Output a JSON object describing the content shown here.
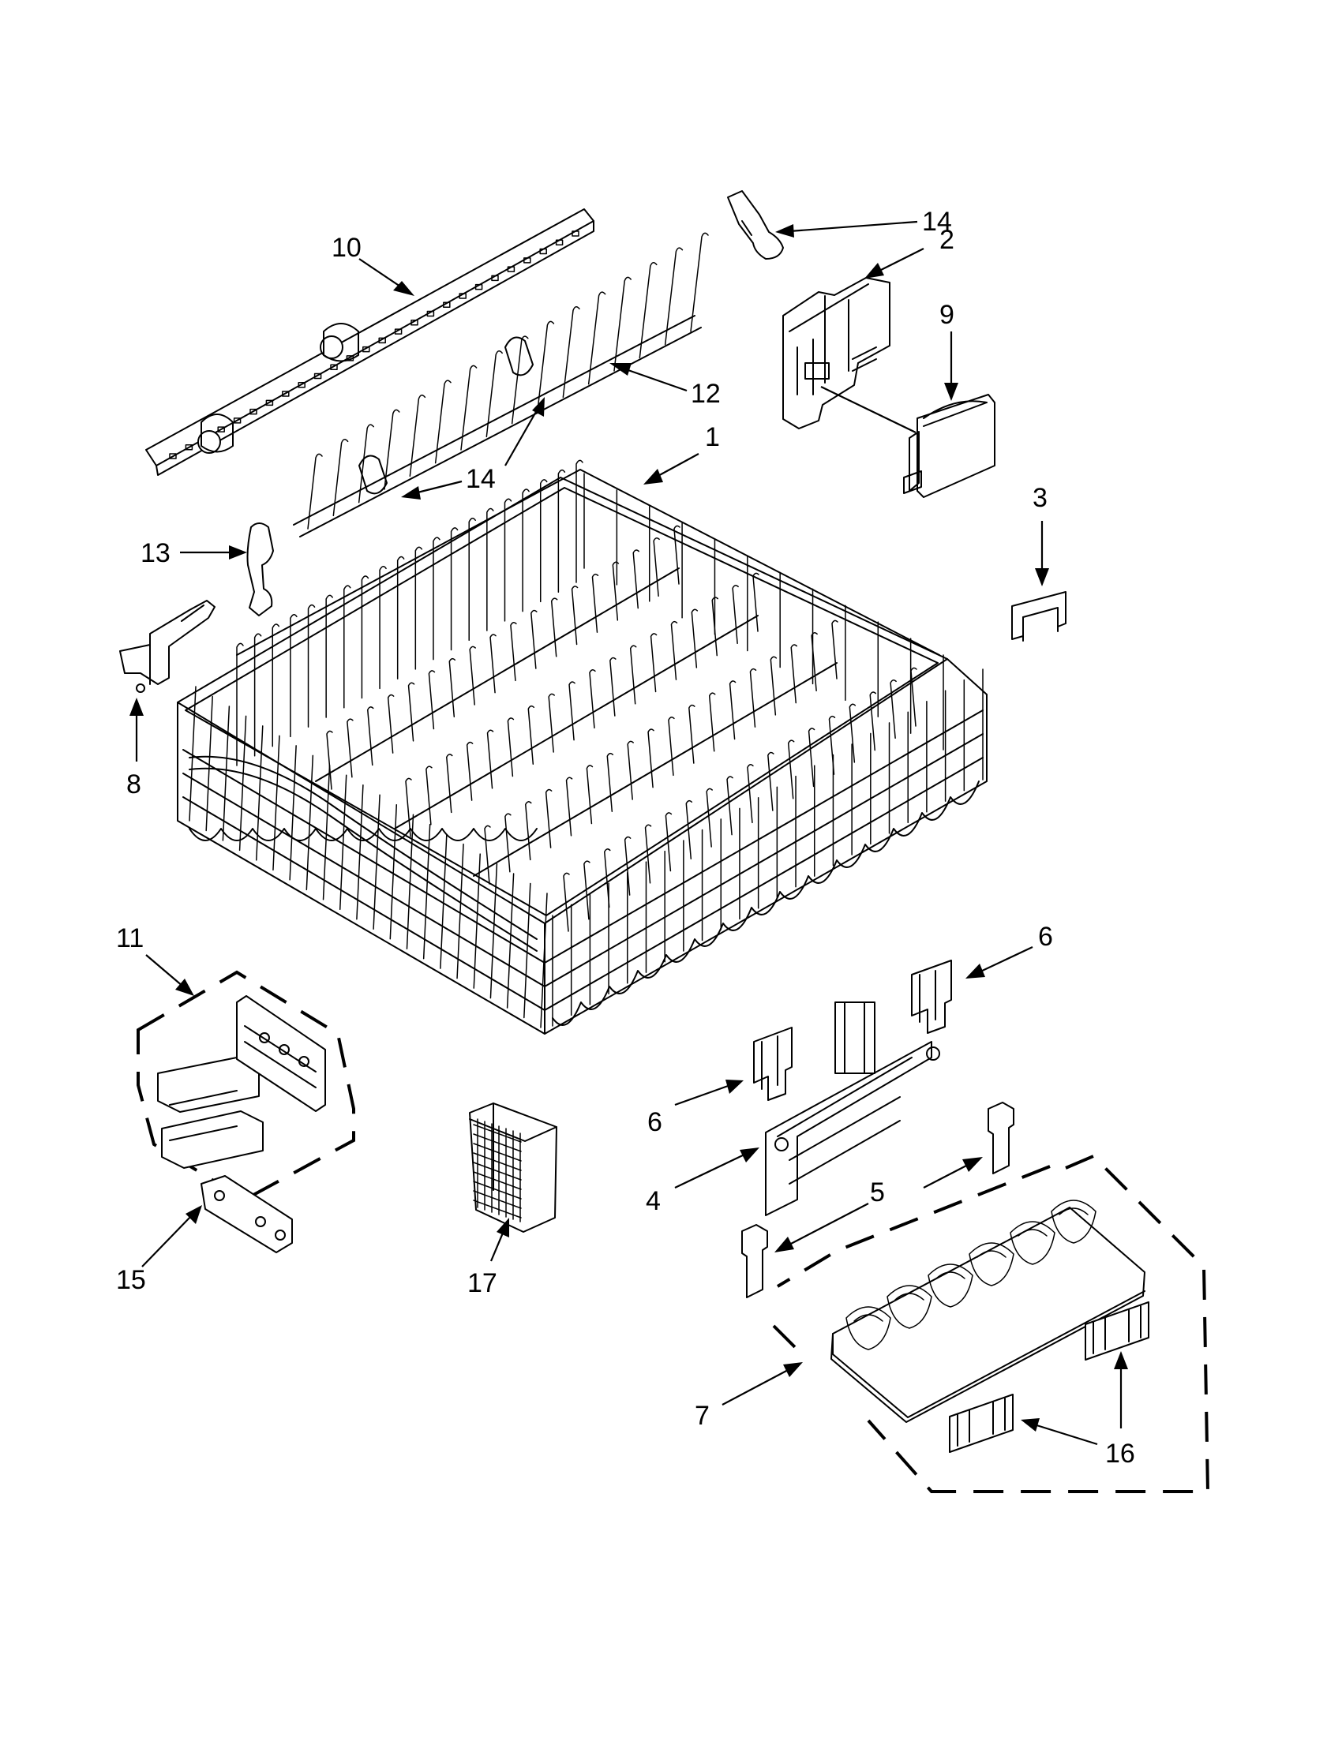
{
  "callouts": {
    "c1": "1",
    "c2": "2",
    "c3": "3",
    "c4": "4",
    "c5": "5",
    "c6a": "6",
    "c6b": "6",
    "c7": "7",
    "c8": "8",
    "c9": "9",
    "c10": "10",
    "c11": "11",
    "c12": "12",
    "c13": "13",
    "c14a": "14",
    "c14b": "14",
    "c15": "15",
    "c16": "16",
    "c17": "17"
  }
}
